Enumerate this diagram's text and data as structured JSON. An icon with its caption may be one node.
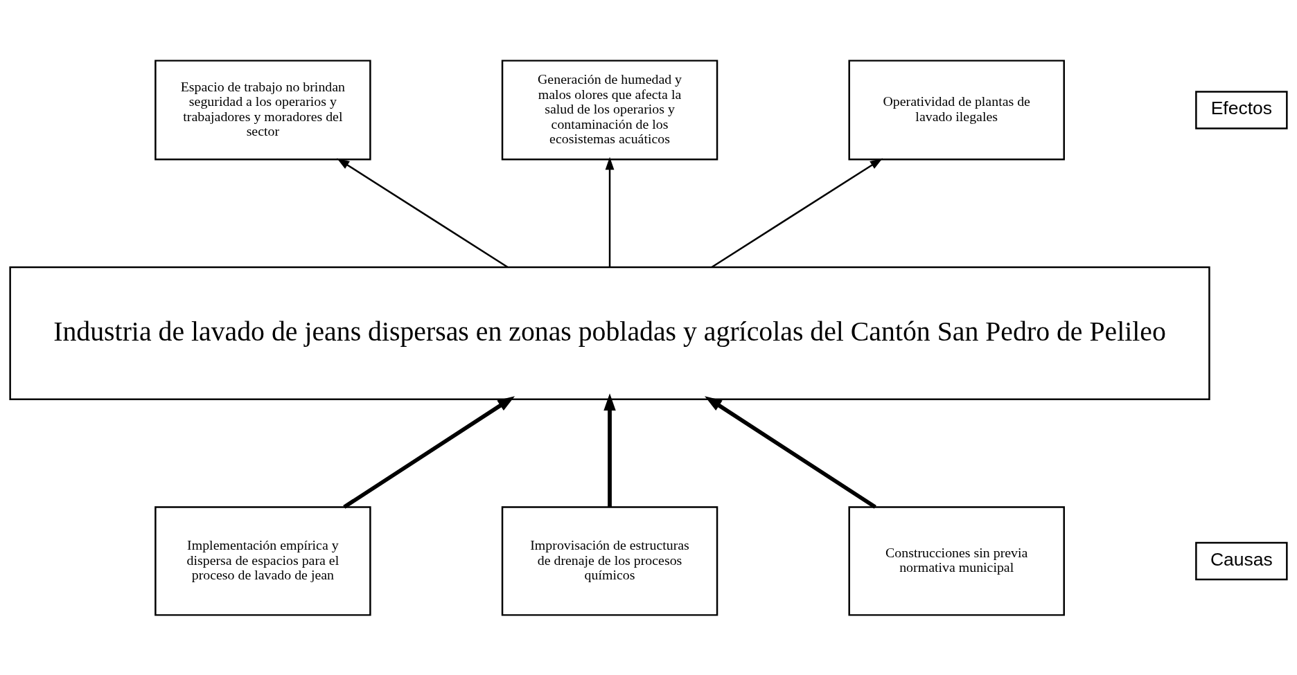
{
  "diagram": {
    "nodes": [
      {
        "text": [
          "Espacio de trabajo no brindan seguridad a los operarios y trabajadores y moradores del sector"
        ]
      },
      {
        "text": [
          "Generación de humedad y malos olores que afecta la salud de los operarios y contaminación de los ecosistemas acuáticos"
        ]
      },
      {
        "text": [
          "Operatividad de plantas de lavado ilegales"
        ]
      },
      {
        "text": [
          "Efectos"
        ]
      },
      {
        "text": [
          "Industria de lavado de jeans dispersas en zonas pobladas y agrícolas del Cantón San Pedro de Pelileo"
        ]
      },
      {
        "text": [
          "Causas"
        ]
      },
      {
        "text": [
          "Implementación empírica y dispersa de espacios para el proceso de lavado de jean"
        ]
      },
      {
        "text": [
          "Improvisación de estructuras de drenaje de los procesos químicos"
        ]
      },
      {
        "text": [
          "Construcciones sin previa normativa municipal"
        ]
      }
    ],
    "edges": [
      {
        "from": 4,
        "to": 0,
        "arrow": "to"
      },
      {
        "from": 4,
        "to": 1,
        "arrow": "to"
      },
      {
        "from": 4,
        "to": 2,
        "arrow": "to"
      },
      {
        "from": 6,
        "to": 4,
        "arrow": "to",
        "style": "thick"
      },
      {
        "from": 7,
        "to": 4,
        "arrow": "to",
        "style": "thick"
      },
      {
        "from": 8,
        "to": 4,
        "arrow": "to",
        "style": "thick"
      }
    ]
  }
}
